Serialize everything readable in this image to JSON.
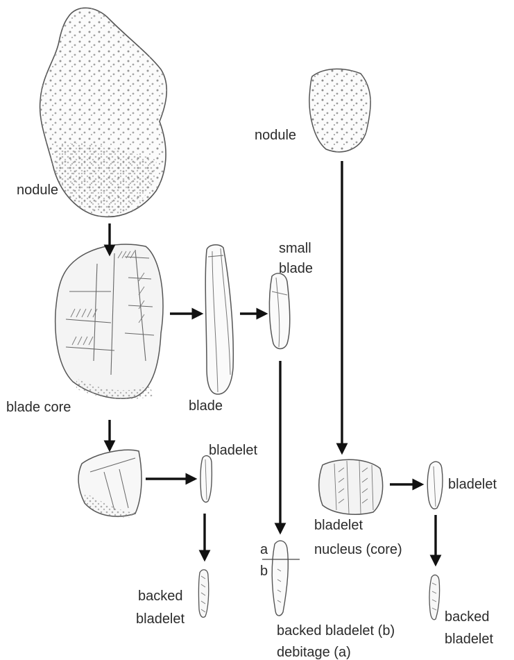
{
  "labels": {
    "nodule_left": "nodule",
    "nodule_right": "nodule",
    "small_blade_1": "small",
    "small_blade_2": "blade",
    "blade_core": "blade core",
    "blade": "blade",
    "bladelet_center": "bladelet",
    "bladelet_right": "bladelet",
    "bladelet_nucleus_1": "bladelet",
    "bladelet_nucleus_2": "nucleus (core)",
    "backed_bladelet_left_1": "backed",
    "backed_bladelet_left_2": "bladelet",
    "backed_bladelet_right_1": "backed",
    "backed_bladelet_right_2": "bladelet",
    "split_a": "a",
    "split_b": "b",
    "backed_bladelet_b": "backed bladelet (b)",
    "debitage_a": "debitage (a)"
  }
}
